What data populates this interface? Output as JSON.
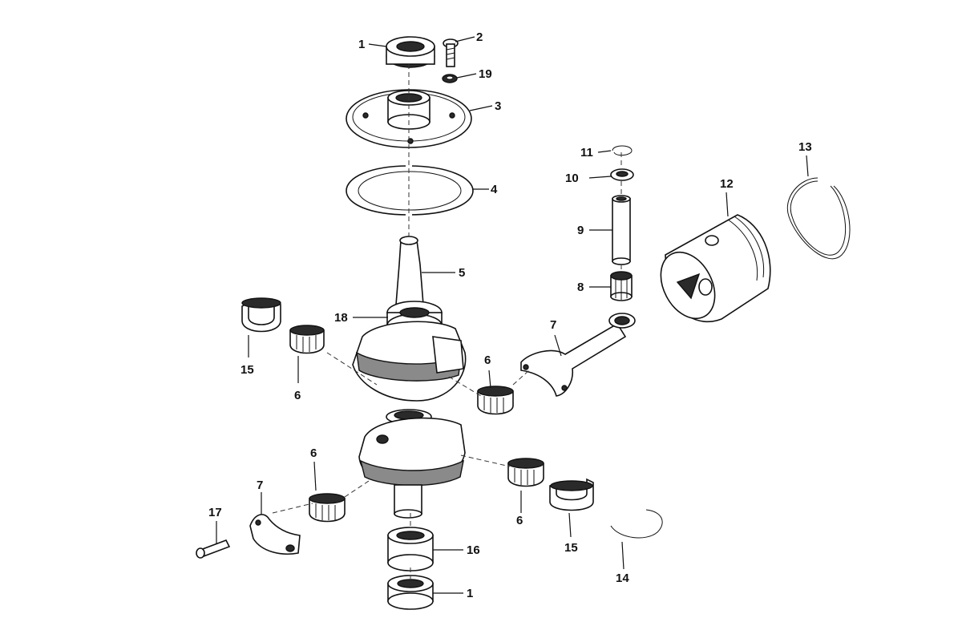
{
  "callouts": {
    "c1_top": "1",
    "c2": "2",
    "c19": "19",
    "c3": "3",
    "c4": "4",
    "c5": "5",
    "c18": "18",
    "c15_left": "15",
    "c6_left": "6",
    "c11": "11",
    "c10": "10",
    "c9": "9",
    "c8": "8",
    "c7_rod": "7",
    "c6_mid": "6",
    "c12": "12",
    "c13": "13",
    "c6_lower_left": "6",
    "c7_cap": "7",
    "c17": "17",
    "c16": "16",
    "c1_bottom": "1",
    "c6_lower_right": "6",
    "c15_right": "15",
    "c14": "14"
  }
}
